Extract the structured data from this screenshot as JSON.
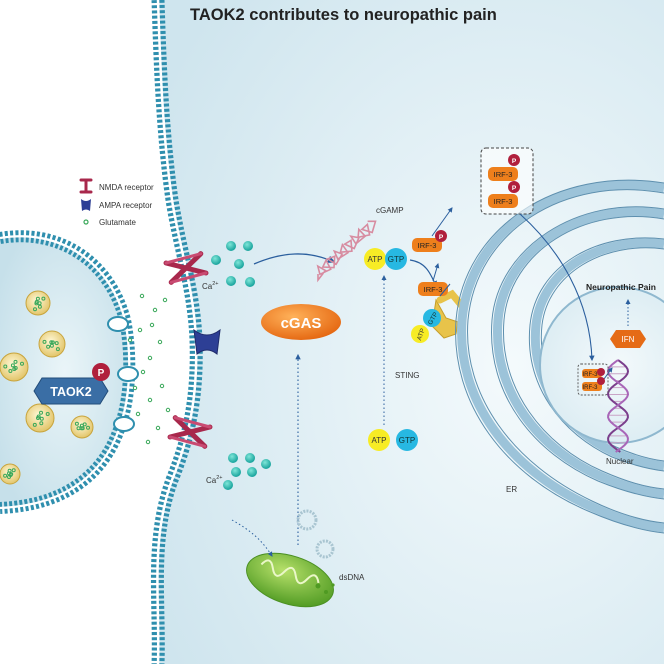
{
  "title": "TAOK2 contributes to neuropathic pain",
  "legend": {
    "nmda": "NMDA receptor",
    "ampa": "AMPA receptor",
    "glutamate": "Glutamate"
  },
  "labels": {
    "taok2": "TAOK2",
    "phospho": "P",
    "ca_top": "Ca",
    "ca_bottom": "Ca",
    "ca_charge": "2+",
    "cgas": "cGAS",
    "cgamp": "cGAMP",
    "atp": "ATP",
    "gtp": "GTP",
    "sting": "STING",
    "irf3": "IRF-3",
    "neuropathic_pain": "Neuropathic Pain",
    "ifn": "IFN",
    "nuclear": "Nuclear",
    "er": "ER",
    "dsdna": "dsDNA"
  },
  "colors": {
    "membrane": "#2f8fae",
    "cytoplasm": "#d8ecf3",
    "cgas": "#f07b1a",
    "irf3": "#ee7f1c",
    "phospho": "#b01f3c",
    "atp": "#f7ec25",
    "gtp": "#27b8e2",
    "taok2": "#3a6ea5",
    "sting": "#e8c34a",
    "mito": "#7cbe3c"
  }
}
